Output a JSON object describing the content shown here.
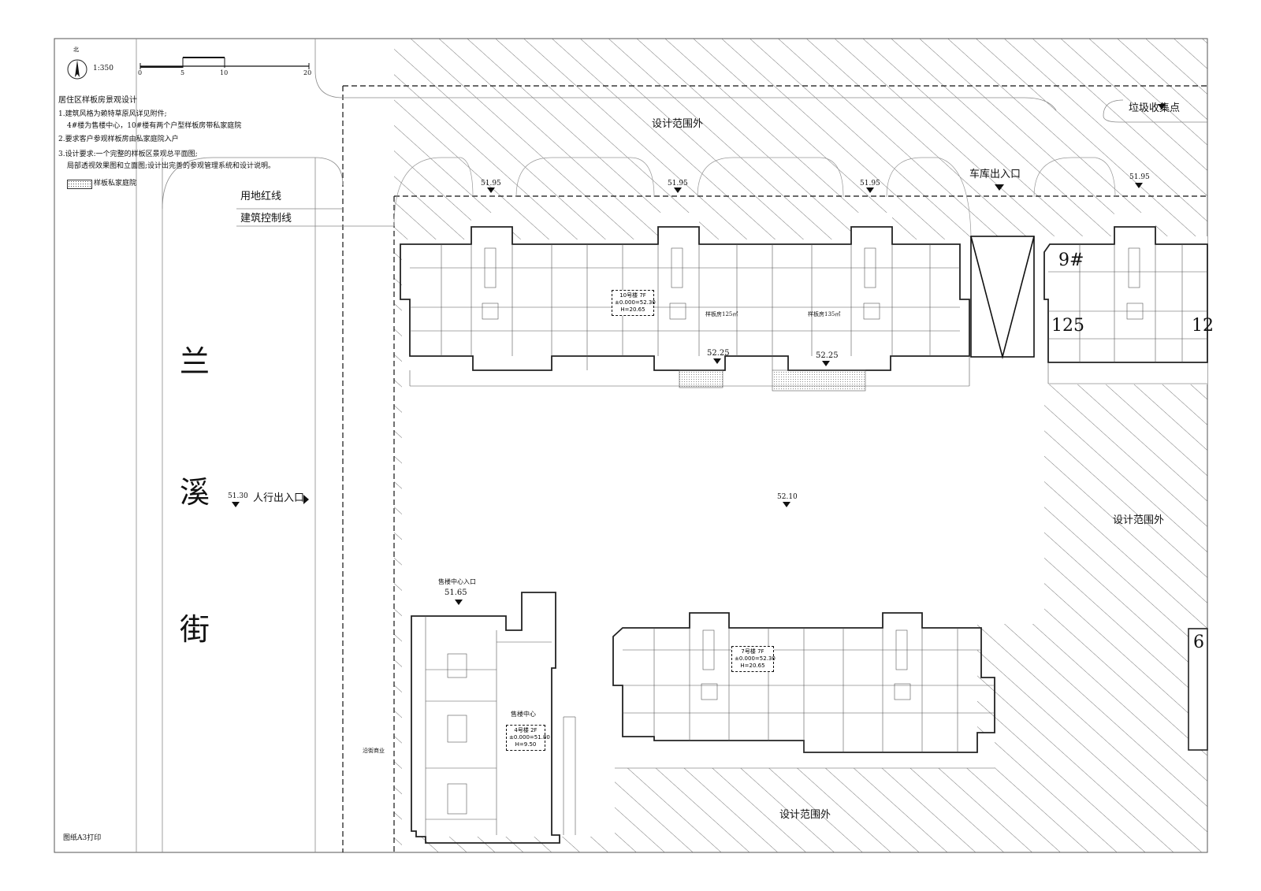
{
  "scale": {
    "north_label": "北",
    "ratio": "1:350",
    "ticks": [
      "0",
      "5",
      "10",
      "20"
    ]
  },
  "notes": {
    "title": "居住区样板房景观设计",
    "line1": "1.建筑风格为赖特草原风详见附件;",
    "line1b": "4#楼为售楼中心，10#楼有两个户型样板房带私家庭院",
    "line2": "2.要求客户参观样板房由私家庭院入户",
    "line3": "3.设计要求:一个完整的样板区景观总平面图;",
    "line3b": "局部透视效果图和立面图;设计出完善的参观管理系统和设计说明。"
  },
  "legend": {
    "private_garden": "样板私家庭院"
  },
  "lines_legend": {
    "red_line": "用地红线",
    "control_line": "建筑控制线"
  },
  "street": {
    "chars": [
      "兰",
      "溪",
      "街"
    ]
  },
  "pedestrian": {
    "elev": "51.30",
    "label": "人行出入口"
  },
  "labels": {
    "outside_top": "设计范围外",
    "outside_right": "设计范围外",
    "outside_bottom": "设计范围外",
    "garbage": "垃圾收集点",
    "garage": "车库出入口",
    "sales_entry": "售楼中心入口",
    "commerce": "沿街商业",
    "print": "图纸A3打印"
  },
  "elevations": {
    "e1": "51.95",
    "e2": "51.95",
    "e3": "51.95",
    "e4": "51.95",
    "e5": "52.25",
    "e6": "52.25",
    "center": "52.10",
    "sales": "51.65"
  },
  "building10": {
    "line1": "10号楼 7F",
    "line2": "±0.000=52.30",
    "line3": "H=20.65",
    "unit125": "样板房125㎡",
    "unit135": "样板房135㎡"
  },
  "building9": {
    "number": "9#",
    "unit_a": "125",
    "unit_b": "12"
  },
  "building7": {
    "line1": "7号楼  7F",
    "line2": "±0.000=52.30",
    "line3": "H=20.65"
  },
  "building4": {
    "title": "售楼中心",
    "line1": "4号楼  2F",
    "line2": "±0.000=51.80",
    "line3": "H=9.50"
  },
  "building6": {
    "number": "6"
  }
}
